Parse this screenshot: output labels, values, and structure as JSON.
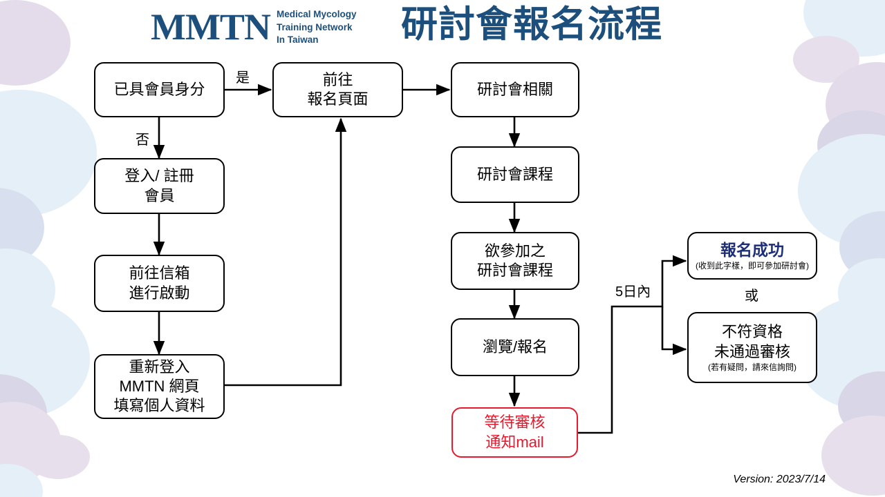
{
  "header": {
    "logo_mark": "MMTN",
    "logo_line1": "Medical Mycology",
    "logo_line2": "Training Network",
    "logo_line3": "In Taiwan",
    "title": "研討會報名流程",
    "brand_color": "#1d4f7c"
  },
  "nodes": {
    "has_membership": {
      "line1": "已具會員身分"
    },
    "login_register": {
      "line1": "登入/ 註冊",
      "line2": "會員"
    },
    "go_mailbox": {
      "line1": "前往信箱",
      "line2": "進行啟動"
    },
    "relogin": {
      "line1": "重新登入",
      "line2": "MMTN 網頁",
      "line3": "填寫個人資料"
    },
    "go_signup_page": {
      "line1": "前往",
      "line2": "報名頁面"
    },
    "seminar_related": {
      "line1": "研討會相關"
    },
    "seminar_course": {
      "line1": "研討會課程"
    },
    "desired_course": {
      "line1": "欲參加之",
      "line2": "研討會課程"
    },
    "browse_signup": {
      "line1": "瀏覽/報名"
    },
    "waiting_review": {
      "line1": "等待審核",
      "line2": "通知mail"
    },
    "success": {
      "line1": "報名成功",
      "note": "(收到此字樣，即可參加研討會)"
    },
    "failure": {
      "line1": "不符資格",
      "line2": "未通過審核",
      "note": "(若有疑問，請來信詢問)"
    }
  },
  "edge_labels": {
    "yes": "是",
    "no": "否",
    "within_5_days": "5日內",
    "or": "或"
  },
  "footer": {
    "version": "Version: 2023/7/14"
  },
  "colors": {
    "alert_red": "#e8192c",
    "success_navy": "#1f2f77",
    "line_black": "#000000"
  }
}
